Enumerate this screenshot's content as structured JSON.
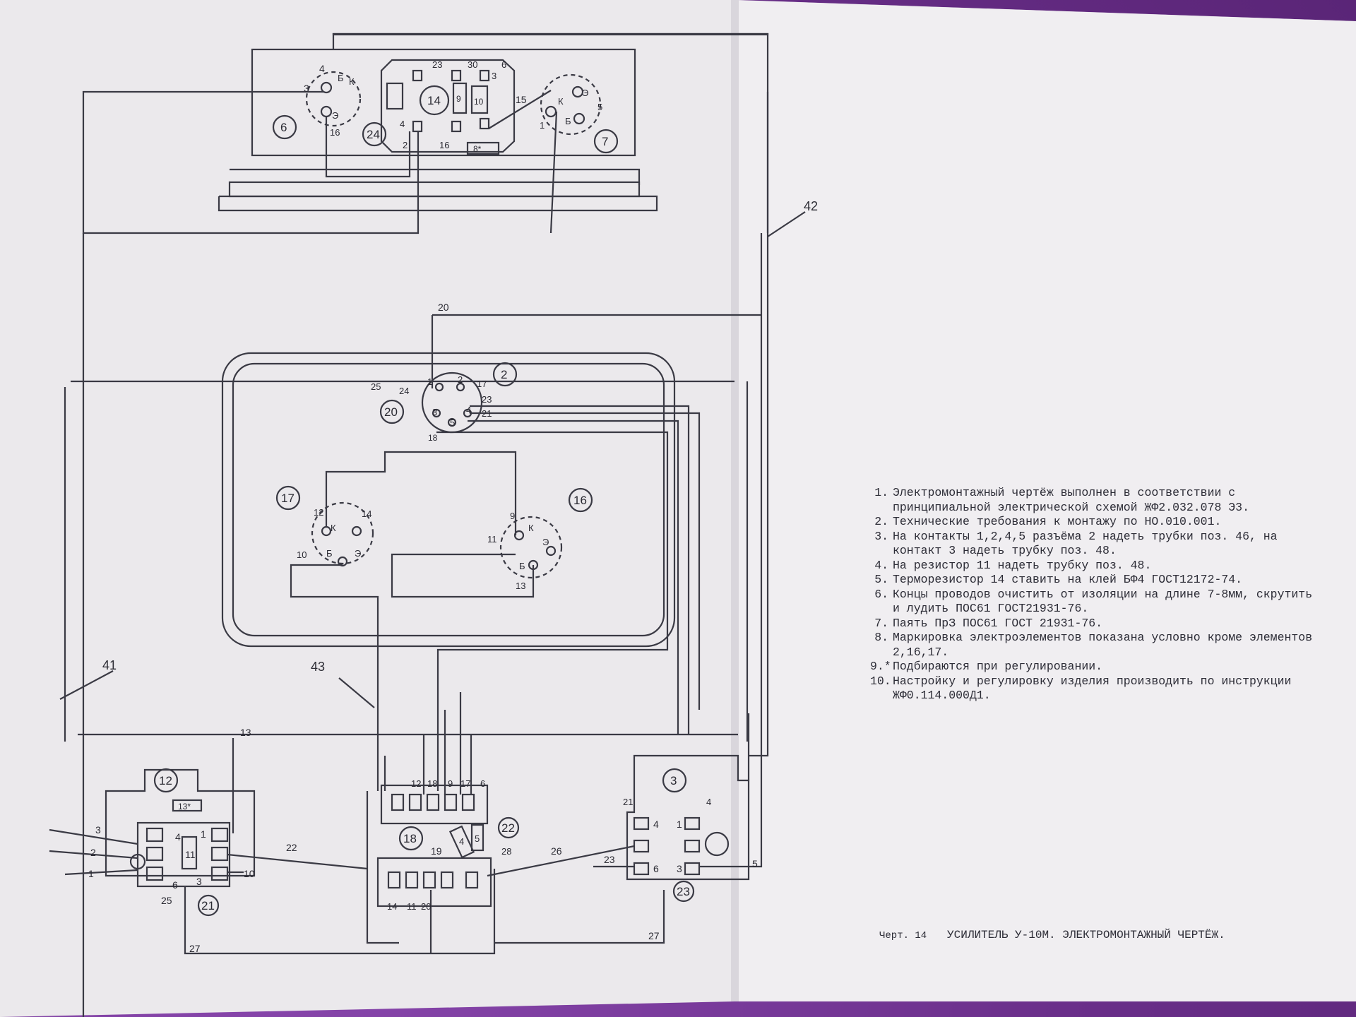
{
  "title": "Черт. 14",
  "caption_title": "УСИЛИТЕЛЬ У-10М. ЭЛЕКТРОМОНТАЖНЫЙ ЧЕРТЁЖ.",
  "notes": [
    {
      "n": "1.",
      "text": "Электромонтажный чертёж выполнен в соответствии с принципиальной электрической схемой ЖФ2.032.078 Э3."
    },
    {
      "n": "2.",
      "text": "Технические требования к монтажу по НО.010.001."
    },
    {
      "n": "3.",
      "text": "На контакты 1,2,4,5 разъёма 2 надеть трубки поз. 46, на контакт 3 надеть трубку поз. 48."
    },
    {
      "n": "4.",
      "text": "На резистор 11 надеть трубку поз. 48."
    },
    {
      "n": "5.",
      "text": "Терморезистор 14 ставить на клей БФ4 ГОСТ12172-74."
    },
    {
      "n": "6.",
      "text": "Концы проводов очистить от изоляции на длине 7-8мм, скрутить и лудить ПОС61 ГОСТ21931-76."
    },
    {
      "n": "7.",
      "text": "Паять ПрЗ ПОС61 ГОСТ 21931-76."
    },
    {
      "n": "8.",
      "text": "Маркировка электроэлементов показана условно кроме элементов 2,16,17."
    },
    {
      "n": "9.*",
      "text": "Подбираются при регулировании."
    },
    {
      "n": "10.",
      "text": "Настройку и регулировку изделия производить по инструкции ЖФ0.114.000Д1."
    }
  ],
  "labels": {
    "pos6": "6",
    "pos24": "24",
    "pos7": "7",
    "pos14": "14",
    "pos15": "15",
    "pos10": "10",
    "pos9": "9",
    "pos8": "8*",
    "pos2": "2",
    "pos20": "20",
    "pos17": "17",
    "pos16": "16",
    "pos12": "12",
    "pos13": "13*",
    "pos11": "11",
    "pos18": "18",
    "pos19": "19",
    "pos4": "4",
    "pos5": "5",
    "pos22": "22",
    "pos3": "3",
    "pos21": "21",
    "pos23": "23",
    "ref42": "42",
    "ref41": "41",
    "ref43": "43",
    "t_top_4": "4",
    "t_top_3": "3",
    "t_top_16": "16",
    "t_top_2": "2",
    "t_top_4b": "4",
    "t_top_16b": "16",
    "t_top_23": "23",
    "t_top_30": "30",
    "t_top_6": "6",
    "t_top_3b": "3",
    "t_top_1": "1",
    "t_top_5": "5",
    "w20": "20",
    "w25": "25",
    "w24": "24",
    "w17": "17",
    "w23": "23",
    "w21": "21",
    "w18": "18",
    "c2_1": "1",
    "c2_2": "2",
    "c2_3": "3",
    "c2_4": "4",
    "c2_5": "5",
    "t17_12": "12",
    "t17_14": "14",
    "t17_10": "10",
    "t16_9": "9",
    "t16_11": "11",
    "t16_13": "13",
    "K": "К",
    "B": "Б",
    "E": "Э",
    "w13": "13",
    "w22": "22",
    "w26": "26",
    "w28": "28",
    "w27": "27",
    "w27b": "27",
    "w25b": "25",
    "w23b": "23",
    "b12_3": "3",
    "b12_2": "2",
    "b12_1": "1",
    "b12_4": "4",
    "b12_6": "6",
    "b12_1r": "1",
    "b12_3r": "3",
    "b12_10": "10",
    "b18_12": "12",
    "b18_18": "18",
    "b18_9": "9",
    "b18_17": "17",
    "b18_6": "6",
    "b18_14": "14",
    "b18_11": "11",
    "b18_20": "20",
    "b3_21": "21",
    "b3_4": "4",
    "b3_4r": "4",
    "b3_1": "1",
    "b3_6": "6",
    "b3_3": "3",
    "b3_5": "5"
  }
}
